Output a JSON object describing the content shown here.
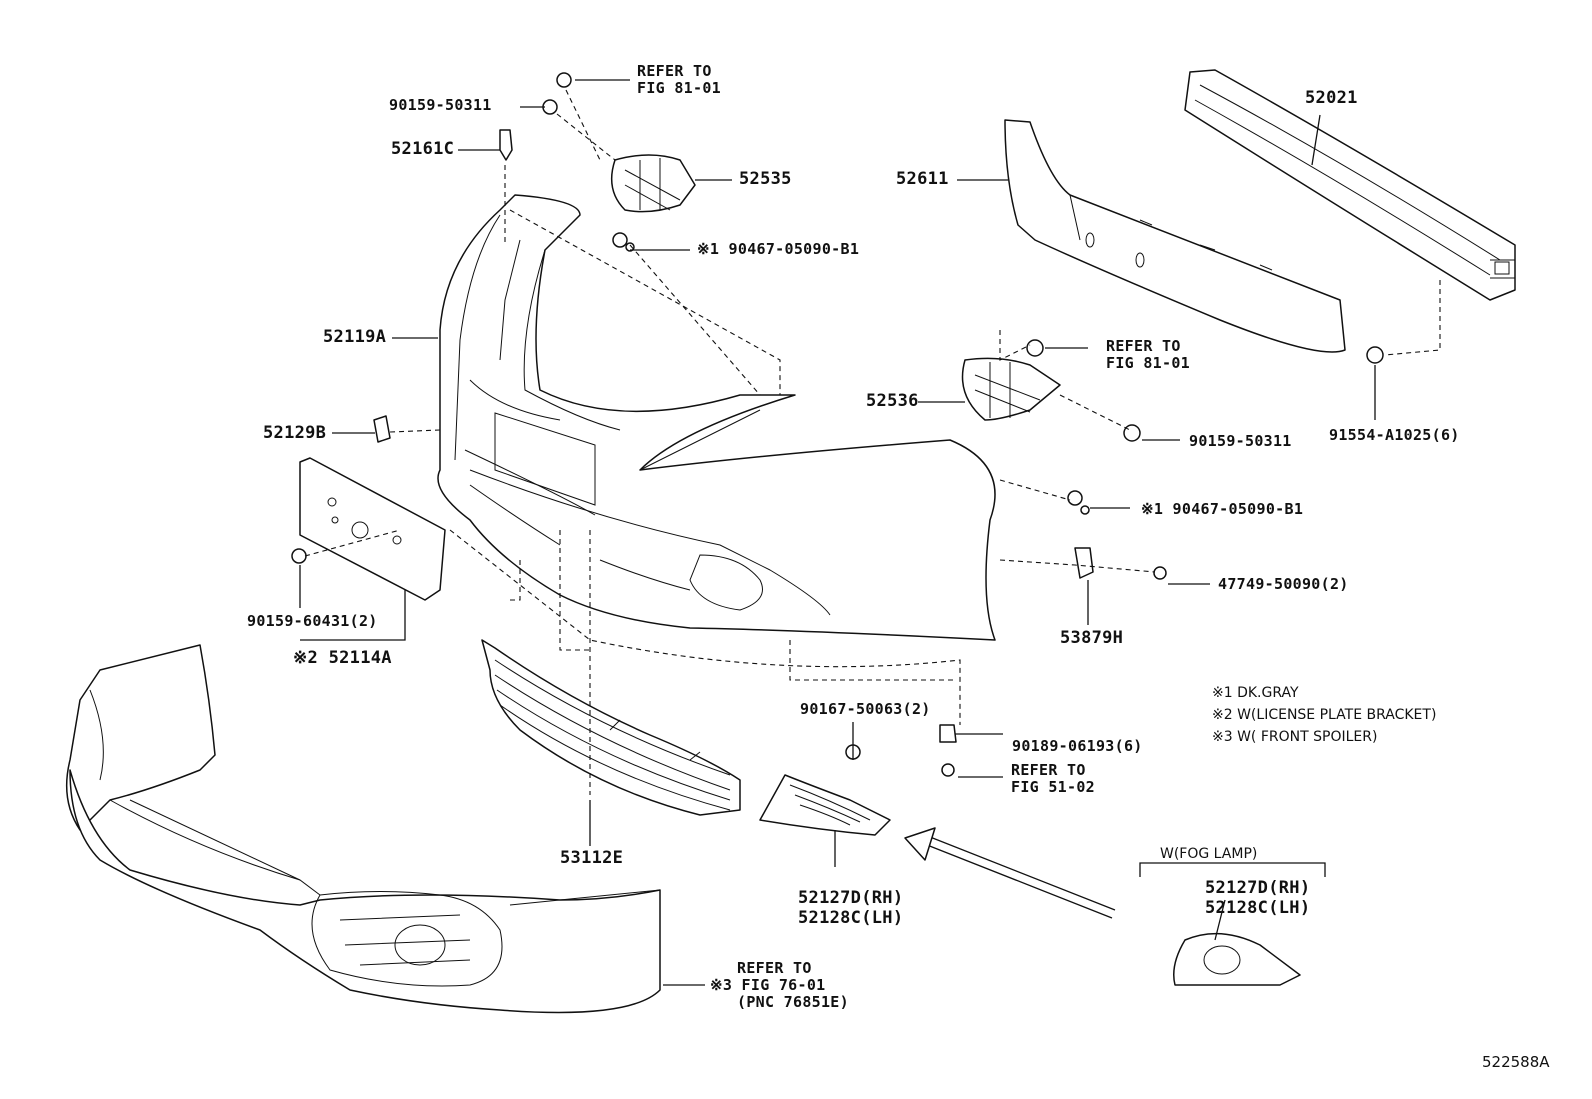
{
  "callouts": {
    "refer_81_01_top": [
      "REFER TO",
      "FIG 81-01"
    ],
    "p90159_50311_top": "90159-50311",
    "p52161C": "52161C",
    "p52535": "52535",
    "p90467_top": "※1 90467-05090-B1",
    "p52119A": "52119A",
    "p52129B": "52129B",
    "p90159_60431": "90159-60431(2)",
    "p52114A": "※2 52114A",
    "p52021": "52021",
    "p52611": "52611",
    "refer_81_01_mid": [
      "REFER TO",
      "FIG 81-01"
    ],
    "p52536": "52536",
    "p91554": "91554-A1025(6)",
    "p90159_50311_mid": "90159-50311",
    "p90467_mid": "※1 90467-05090-B1",
    "p47749": "47749-50090(2)",
    "p53879H": "53879H",
    "p90167": "90167-50063(2)",
    "p90189": "90189-06193(6)",
    "refer_51_02": [
      "REFER TO",
      "FIG 51-02"
    ],
    "p53112E": "53112E",
    "p52127D_main": [
      "52127D(RH)",
      "52128C(LH)"
    ],
    "refer_76_01": [
      "REFER TO",
      "※3 FIG 76-01",
      "(PNC 76851E)"
    ],
    "fog_group_title": "W(FOG LAMP)",
    "p52127D_fog": [
      "52127D(RH)",
      "52128C(LH)"
    ]
  },
  "notes": [
    "※1 DK.GRAY",
    "※2 W(LICENSE PLATE BRACKET)",
    "※3 W( FRONT SPOILER)"
  ],
  "figure_id": "522588A"
}
